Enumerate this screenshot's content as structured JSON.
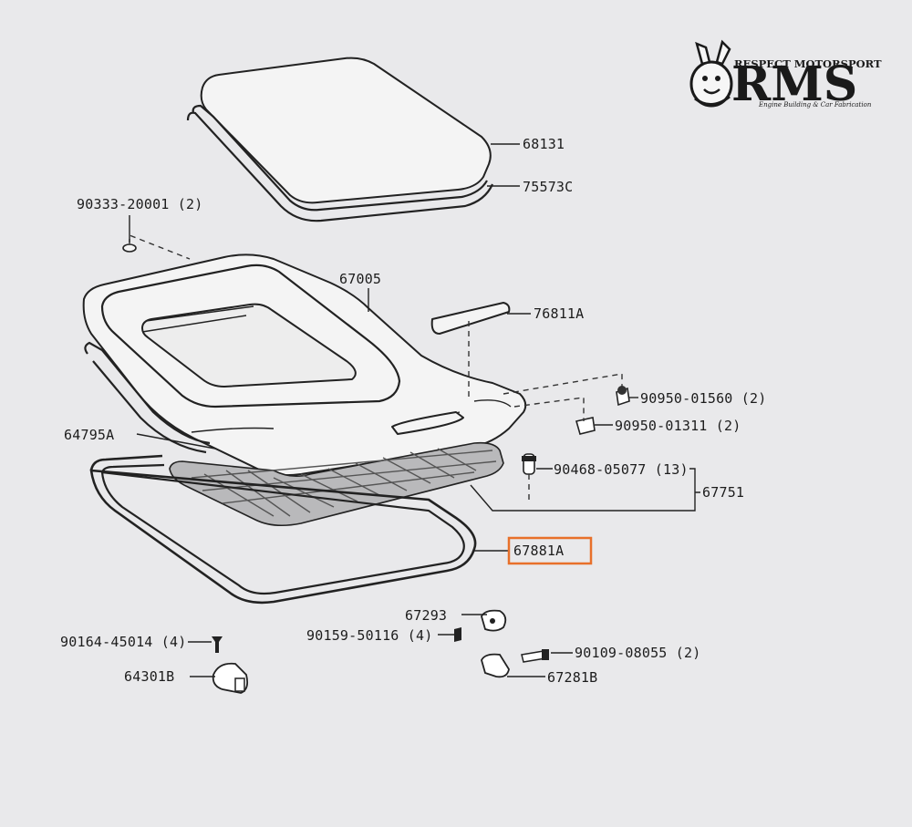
{
  "logo": {
    "tagline_top": "RESPECT MOTORSPORT",
    "name": "RMS",
    "tagline_bottom": "Engine Building & Car Fabrication"
  },
  "labels": {
    "p68131": "68131",
    "p75573c": "75573C",
    "p90333": "90333-20001 (2)",
    "p67005": "67005",
    "p76811a": "76811A",
    "p90950_01560": "90950-01560 (2)",
    "p90950_01311": "90950-01311 (2)",
    "p64795a": "64795A",
    "p90468": "90468-05077 (13)",
    "p67751": "67751",
    "p67881a": "67881A",
    "p67293": "67293",
    "p90159": "90159-50116 (4)",
    "p90164": "90164-45014 (4)",
    "p90109": "90109-08055 (2)",
    "p64301b": "64301B",
    "p67281b": "67281B"
  },
  "colors": {
    "background": "#e9e9eb",
    "highlight": "#e8702a",
    "ink": "#222222"
  }
}
